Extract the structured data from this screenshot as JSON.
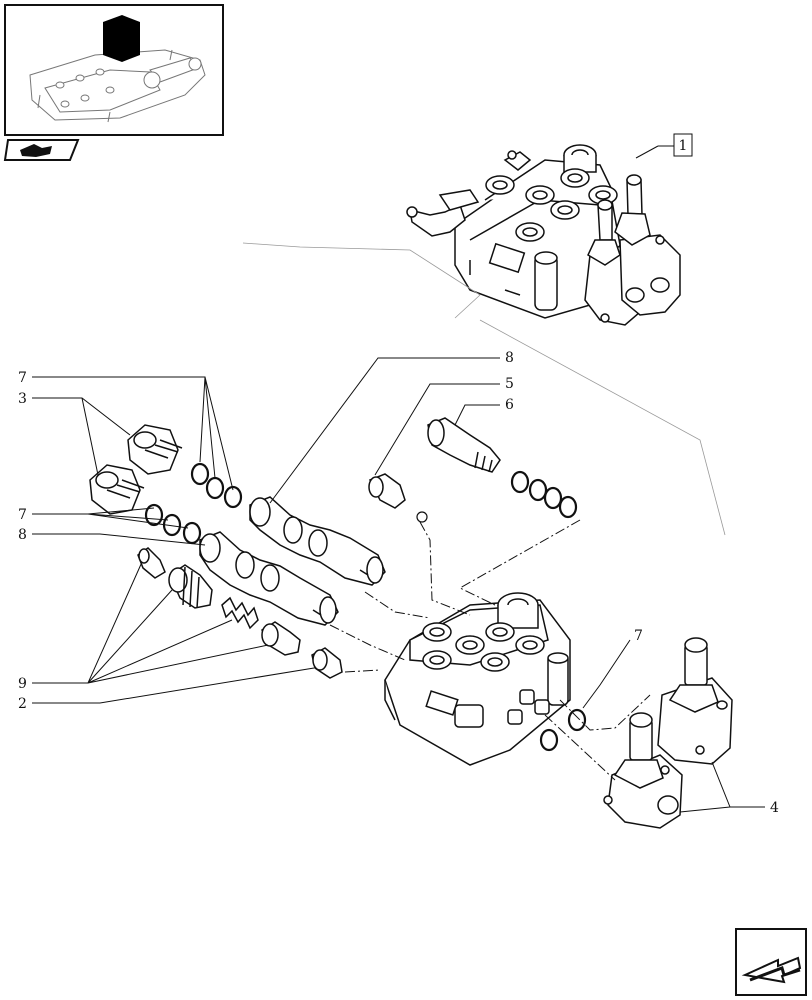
{
  "assembly_callout": "1",
  "callouts": {
    "c7a": "7",
    "c3": "3",
    "c7b": "7",
    "c8a": "8",
    "c9": "9",
    "c2": "2",
    "c8b": "8",
    "c5": "5",
    "c6": "6",
    "c7c": "7",
    "c4": "4"
  },
  "icons": {
    "thumbnail": "tractor-lift-cover-thumbnail-icon",
    "nav_back": "folder-back-icon",
    "nav_next": "next-page-arrow-icon"
  },
  "colors": {
    "line": "#111111",
    "thumb_highlight": "#000000",
    "background": "#ffffff"
  }
}
